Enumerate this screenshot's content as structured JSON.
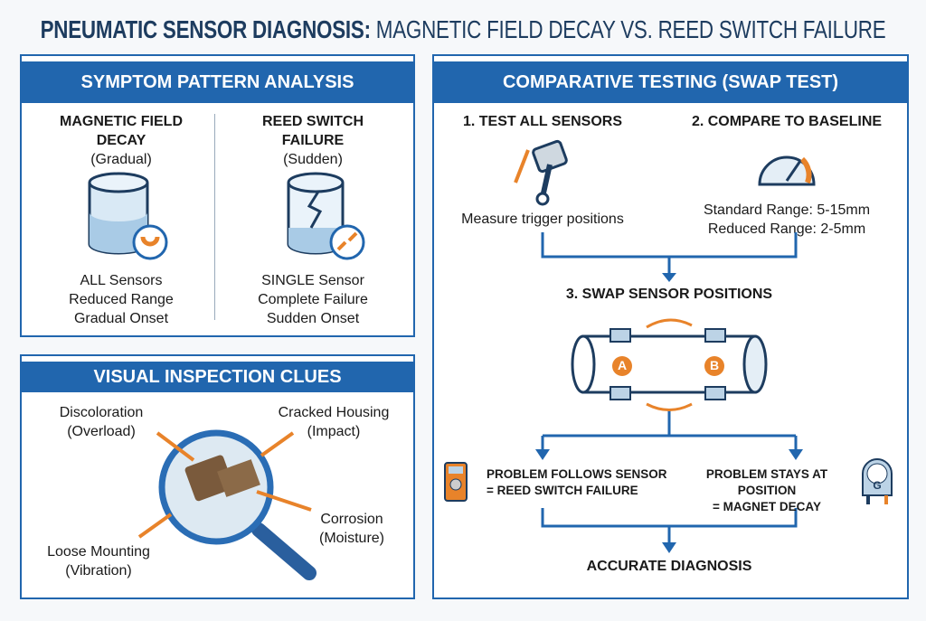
{
  "title": {
    "bold": "PNEUMATIC SENSOR DIAGNOSIS:",
    "rest": " MAGNETIC FIELD DECAY VS. REED SWITCH FAILURE"
  },
  "symptom": {
    "header": "SYMPTOM PATTERN ANALYSIS",
    "left": {
      "title1": "MAGNETIC FIELD",
      "title2": "DECAY",
      "sub": "(Gradual)",
      "l1": "ALL Sensors",
      "l2": "Reduced Range",
      "l3": "Gradual Onset"
    },
    "right": {
      "title1": "REED SWITCH",
      "title2": "FAILURE",
      "sub": "(Sudden)",
      "l1": "SINGLE Sensor",
      "l2": "Complete Failure",
      "l3": "Sudden Onset"
    }
  },
  "visual": {
    "header": "VISUAL INSPECTION CLUES",
    "discoloration": [
      "Discoloration",
      "(Overload)"
    ],
    "cracked": [
      "Cracked Housing",
      "(Impact)"
    ],
    "corrosion": [
      "Corrosion",
      "(Moisture)"
    ],
    "loose": [
      "Loose Mounting",
      "(Vibration)"
    ]
  },
  "testing": {
    "header": "COMPARATIVE TESTING (SWAP TEST)",
    "step1": "1. TEST ALL SENSORS",
    "step1_text": "Measure trigger positions",
    "step2": "2. COMPARE TO BASELINE",
    "std": "Standard Range: 5-15mm",
    "red": "Reduced Range: 2-5mm",
    "step3": "3. SWAP SENSOR POSITIONS",
    "a": "A",
    "b": "B",
    "follows1": "PROBLEM FOLLOWS SENSOR",
    "follows2": "= REED SWITCH FAILURE",
    "stays1": "PROBLEM STAYS AT POSITION",
    "stays2": "= MAGNET DECAY",
    "gauge_letter": "G",
    "result": "ACCURATE DIAGNOSIS"
  },
  "colors": {
    "blue": "#2166ae",
    "orange": "#e8832a",
    "navy": "#1d3c5f"
  }
}
